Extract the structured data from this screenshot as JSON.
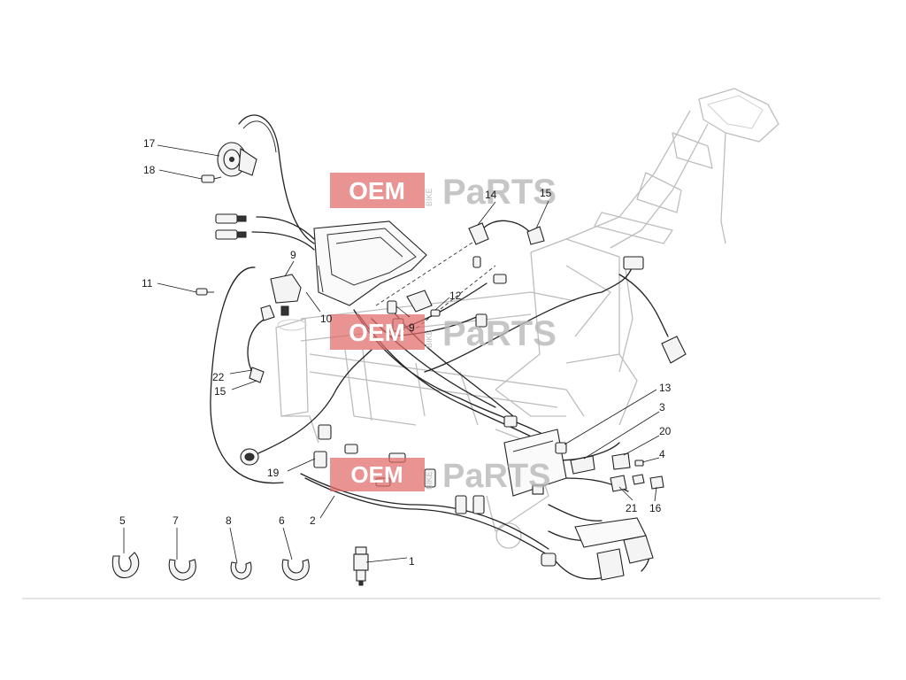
{
  "callouts": [
    {
      "id": "c1",
      "label": "1"
    },
    {
      "id": "c2",
      "label": "2"
    },
    {
      "id": "c3",
      "label": "3"
    },
    {
      "id": "c4",
      "label": "4"
    },
    {
      "id": "c5",
      "label": "5"
    },
    {
      "id": "c6",
      "label": "6"
    },
    {
      "id": "c7",
      "label": "7"
    },
    {
      "id": "c8",
      "label": "8"
    },
    {
      "id": "c9a",
      "label": "9"
    },
    {
      "id": "c9b",
      "label": "9"
    },
    {
      "id": "c10",
      "label": "10"
    },
    {
      "id": "c11",
      "label": "11"
    },
    {
      "id": "c12",
      "label": "12"
    },
    {
      "id": "c13",
      "label": "13"
    },
    {
      "id": "c14",
      "label": "14"
    },
    {
      "id": "c15a",
      "label": "15"
    },
    {
      "id": "c15b",
      "label": "15"
    },
    {
      "id": "c16",
      "label": "16"
    },
    {
      "id": "c17",
      "label": "17"
    },
    {
      "id": "c18",
      "label": "18"
    },
    {
      "id": "c19",
      "label": "19"
    },
    {
      "id": "c20",
      "label": "20"
    },
    {
      "id": "c21",
      "label": "21"
    },
    {
      "id": "c22",
      "label": "22"
    }
  ],
  "watermark": {
    "left_text": "OEM",
    "small_text": "BIKE",
    "right_text": "PaRTS",
    "box_color": "#e06a6a",
    "grey_color": "#b8b8b8"
  },
  "colors": {
    "ink": "#1a1a1a",
    "frame": "#bdbdbd",
    "rule": "#c8c8c8"
  }
}
